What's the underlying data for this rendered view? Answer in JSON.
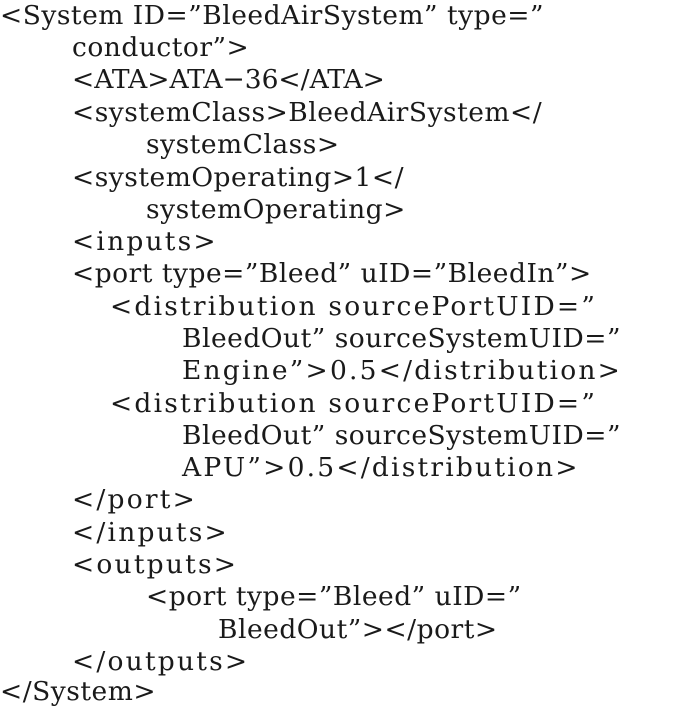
{
  "code_listing": {
    "lines": [
      "<System ID=”BleedAirSystem” type=”",
      "conductor”>",
      "<ATA>ATA−36</ATA>",
      "<systemClass>BleedAirSystem</",
      "systemClass>",
      "<systemOperating>1</",
      "systemOperating>",
      "<inputs>",
      "<port type=”Bleed” uID=”BleedIn”>",
      "<distribution sourcePortUID=”",
      "BleedOut” sourceSystemUID=”",
      "Engine”>0.5</distribution>",
      "<distribution sourcePortUID=”",
      "BleedOut” sourceSystemUID=”",
      "APU”>0.5</distribution>",
      "</port>",
      "</inputs>",
      "<outputs>",
      "<port type=”Bleed” uID=”",
      "BleedOut”></port>",
      "</outputs>",
      "</System>"
    ]
  }
}
